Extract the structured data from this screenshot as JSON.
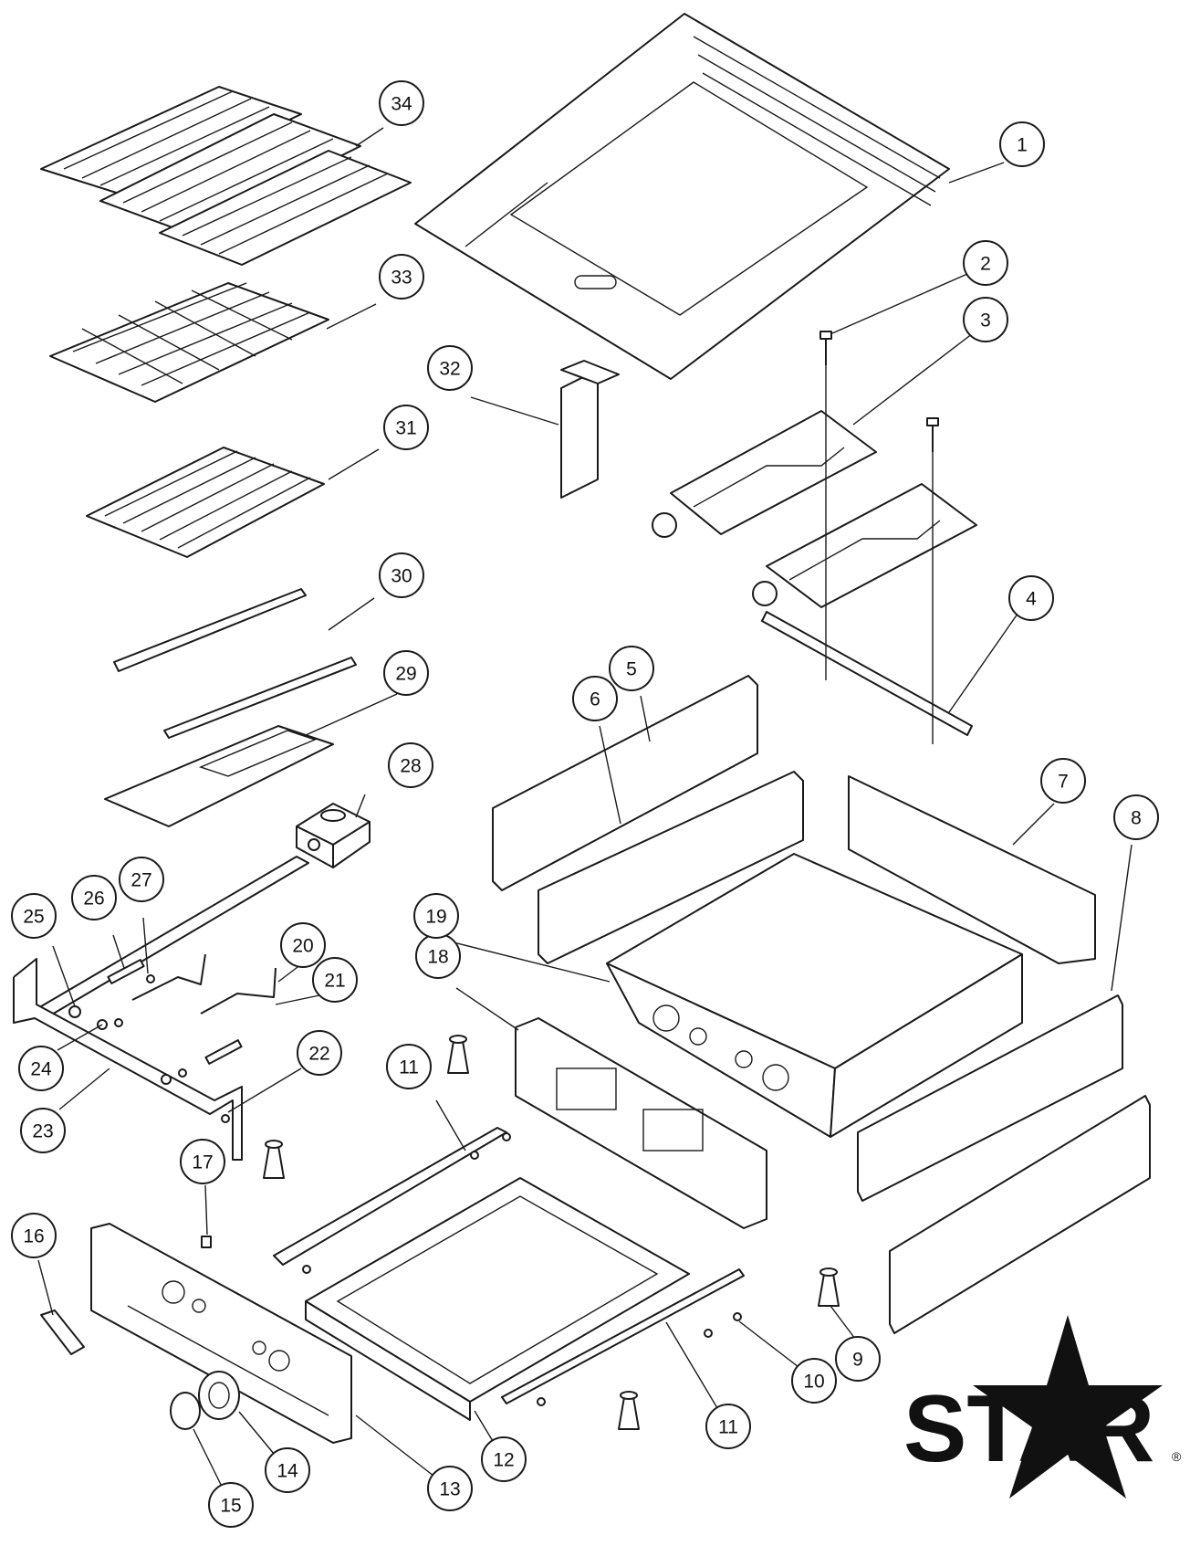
{
  "callouts": [
    {
      "n": "1"
    },
    {
      "n": "2"
    },
    {
      "n": "3"
    },
    {
      "n": "4"
    },
    {
      "n": "5"
    },
    {
      "n": "6"
    },
    {
      "n": "7"
    },
    {
      "n": "8"
    },
    {
      "n": "9"
    },
    {
      "n": "10"
    },
    {
      "n": "11"
    },
    {
      "n": "11"
    },
    {
      "n": "12"
    },
    {
      "n": "13"
    },
    {
      "n": "14"
    },
    {
      "n": "15"
    },
    {
      "n": "16"
    },
    {
      "n": "17"
    },
    {
      "n": "18"
    },
    {
      "n": "19"
    },
    {
      "n": "20"
    },
    {
      "n": "21"
    },
    {
      "n": "22"
    },
    {
      "n": "23"
    },
    {
      "n": "24"
    },
    {
      "n": "25"
    },
    {
      "n": "26"
    },
    {
      "n": "27"
    },
    {
      "n": "28"
    },
    {
      "n": "29"
    },
    {
      "n": "30"
    },
    {
      "n": "31"
    },
    {
      "n": "32"
    },
    {
      "n": "33"
    },
    {
      "n": "34"
    }
  ],
  "logo": {
    "text": "STAR",
    "registered": "®"
  },
  "colors": {
    "line": "#1a1a1a",
    "background": "#ffffff"
  }
}
